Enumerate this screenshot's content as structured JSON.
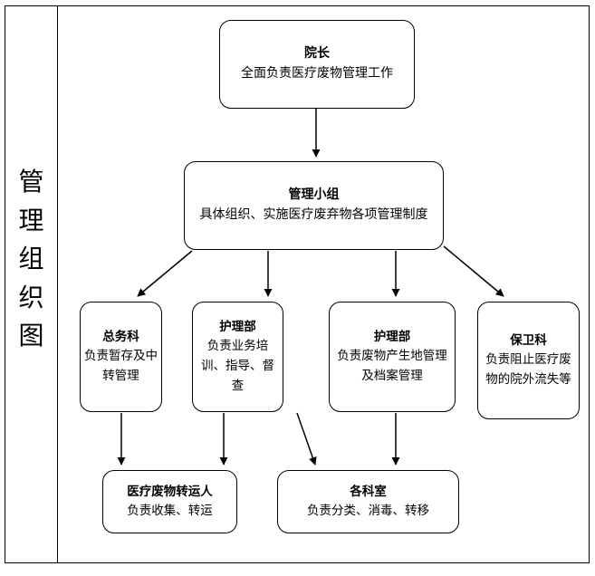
{
  "document": {
    "side_label": "管理组织图",
    "side_label_chars": [
      "管",
      "理",
      "组",
      "织",
      "图"
    ]
  },
  "chart_data": {
    "type": "diagram",
    "subtype": "organization-chart",
    "title": "管理组织图",
    "orientation": "top-down",
    "node_shape": "rounded-rectangle",
    "edge_style": "solid-line-with-filled-arrowhead",
    "colors": {
      "background": "#ffffff",
      "line": "#000000",
      "text": "#000000"
    },
    "levels": [
      {
        "level": 1,
        "nodes": [
          "director"
        ]
      },
      {
        "level": 2,
        "nodes": [
          "management-group"
        ]
      },
      {
        "level": 3,
        "nodes": [
          "general-affairs",
          "nursing-training",
          "nursing-site",
          "security"
        ]
      },
      {
        "level": 4,
        "nodes": [
          "transporter",
          "departments"
        ]
      }
    ],
    "nodes": [
      {
        "id": "director",
        "title": "院长",
        "desc": "全面负责医疗废物管理工作"
      },
      {
        "id": "management-group",
        "title": "管理小组",
        "desc": "具体组织、实施医疗废弃物各项管理制度"
      },
      {
        "id": "general-affairs",
        "title": "总务科",
        "desc": "负责暂存及中转管理"
      },
      {
        "id": "nursing-training",
        "title": "护理部",
        "desc": "负责业务培训、指导、督查"
      },
      {
        "id": "nursing-site",
        "title": "护理部",
        "desc": "负责废物产生地管理及档案管理"
      },
      {
        "id": "security",
        "title": "保卫科",
        "desc": "负责阻止医疗废物的院外流失等"
      },
      {
        "id": "transporter",
        "title": "医疗废物转运人",
        "desc": "负责收集、转运"
      },
      {
        "id": "departments",
        "title": "各科室",
        "desc": "负责分类、消毒、转移"
      }
    ],
    "edges": [
      {
        "from": "director",
        "to": "management-group",
        "shape": "vertical"
      },
      {
        "from": "management-group",
        "to": "general-affairs",
        "shape": "diagonal"
      },
      {
        "from": "management-group",
        "to": "nursing-training",
        "shape": "vertical"
      },
      {
        "from": "management-group",
        "to": "nursing-site",
        "shape": "vertical"
      },
      {
        "from": "management-group",
        "to": "security",
        "shape": "diagonal"
      },
      {
        "from": "general-affairs",
        "to": "transporter",
        "shape": "vertical"
      },
      {
        "from": "nursing-training",
        "to": "transporter",
        "shape": "vertical"
      },
      {
        "from": "nursing-site",
        "to": "departments",
        "shape": "diagonal"
      },
      {
        "from": "nursing-site",
        "to": "departments",
        "shape": "vertical"
      }
    ]
  }
}
